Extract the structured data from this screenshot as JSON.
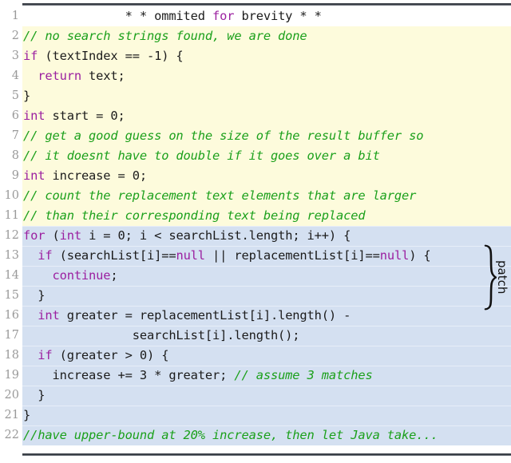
{
  "listing": {
    "language": "java",
    "first_line_number": 1,
    "colors": {
      "background": "#ffffff",
      "context_highlight": "#fdfbdc",
      "patch_highlight": "#d4e0f1",
      "keyword": "#9b1fa0",
      "comment": "#1ba01b",
      "plain_text": "#1b1b1b",
      "line_number": "#9a9a9a",
      "rule": "#3a3f47"
    },
    "lines": [
      {
        "number": "1",
        "background": "none",
        "tokens": [
          {
            "t": "              * * ommited ",
            "k": "txt"
          },
          {
            "t": "for",
            "k": "kw"
          },
          {
            "t": " brevity * *",
            "k": "txt"
          }
        ]
      },
      {
        "number": "2",
        "background": "yellow",
        "tokens": [
          {
            "t": "// no search strings found, we are done",
            "k": "cmt"
          }
        ]
      },
      {
        "number": "3",
        "background": "yellow",
        "tokens": [
          {
            "t": "if",
            "k": "kw"
          },
          {
            "t": " (textIndex == -1) {",
            "k": "txt"
          }
        ]
      },
      {
        "number": "4",
        "background": "yellow",
        "tokens": [
          {
            "t": "  ",
            "k": "txt"
          },
          {
            "t": "return",
            "k": "kw"
          },
          {
            "t": " text;",
            "k": "txt"
          }
        ]
      },
      {
        "number": "5",
        "background": "yellow",
        "tokens": [
          {
            "t": "}",
            "k": "txt"
          }
        ]
      },
      {
        "number": "6",
        "background": "yellow",
        "tokens": [
          {
            "t": "int",
            "k": "kw"
          },
          {
            "t": " start = 0;",
            "k": "txt"
          }
        ]
      },
      {
        "number": "7",
        "background": "yellow",
        "tokens": [
          {
            "t": "// get a good guess on the size of the result buffer so",
            "k": "cmt"
          }
        ]
      },
      {
        "number": "8",
        "background": "yellow",
        "tokens": [
          {
            "t": "// it doesnt have to double if it goes over a bit",
            "k": "cmt"
          }
        ]
      },
      {
        "number": "9",
        "background": "yellow",
        "tokens": [
          {
            "t": "int",
            "k": "kw"
          },
          {
            "t": " increase = 0;",
            "k": "txt"
          }
        ]
      },
      {
        "number": "10",
        "background": "yellow",
        "tokens": [
          {
            "t": "// count the replacement text elements that are larger",
            "k": "cmt"
          }
        ]
      },
      {
        "number": "11",
        "background": "yellow",
        "tokens": [
          {
            "t": "// than their corresponding text being replaced",
            "k": "cmt"
          }
        ]
      },
      {
        "number": "12",
        "background": "blue",
        "tokens": [
          {
            "t": "for",
            "k": "kw"
          },
          {
            "t": " (",
            "k": "txt"
          },
          {
            "t": "int",
            "k": "kw"
          },
          {
            "t": " i = 0; i < searchList.length; i++) {",
            "k": "txt"
          }
        ]
      },
      {
        "number": "13",
        "background": "blue",
        "tokens": [
          {
            "t": "  ",
            "k": "txt"
          },
          {
            "t": "if",
            "k": "kw"
          },
          {
            "t": " (searchList[i]==",
            "k": "txt"
          },
          {
            "t": "null",
            "k": "kw"
          },
          {
            "t": " || replacementList[i]==",
            "k": "txt"
          },
          {
            "t": "null",
            "k": "kw"
          },
          {
            "t": ") {",
            "k": "txt"
          }
        ]
      },
      {
        "number": "14",
        "background": "blue",
        "tokens": [
          {
            "t": "    ",
            "k": "txt"
          },
          {
            "t": "continue",
            "k": "kw"
          },
          {
            "t": ";",
            "k": "txt"
          }
        ]
      },
      {
        "number": "15",
        "background": "blue",
        "tokens": [
          {
            "t": "  }",
            "k": "txt"
          }
        ]
      },
      {
        "number": "16",
        "background": "blue",
        "tokens": [
          {
            "t": "  ",
            "k": "txt"
          },
          {
            "t": "int",
            "k": "kw"
          },
          {
            "t": " greater = replacementList[i].length() -",
            "k": "txt"
          }
        ]
      },
      {
        "number": "17",
        "background": "blue",
        "tokens": [
          {
            "t": "               searchList[i].length();",
            "k": "txt"
          }
        ]
      },
      {
        "number": "18",
        "background": "blue",
        "tokens": [
          {
            "t": "  ",
            "k": "txt"
          },
          {
            "t": "if",
            "k": "kw"
          },
          {
            "t": " (greater > 0) {",
            "k": "txt"
          }
        ]
      },
      {
        "number": "19",
        "background": "blue",
        "tokens": [
          {
            "t": "    increase += 3 * greater; ",
            "k": "txt"
          },
          {
            "t": "// assume 3 matches",
            "k": "cmt"
          }
        ]
      },
      {
        "number": "20",
        "background": "blue",
        "tokens": [
          {
            "t": "  }",
            "k": "txt"
          }
        ]
      },
      {
        "number": "21",
        "background": "blue",
        "tokens": [
          {
            "t": "}",
            "k": "txt"
          }
        ]
      },
      {
        "number": "22",
        "background": "blue",
        "tokens": [
          {
            "t": "//have upper-bound at 20% increase, then let Java take...",
            "k": "cmt"
          }
        ]
      }
    ]
  },
  "annotation": {
    "label": "patch",
    "spans_lines": [
      13,
      15
    ],
    "glyph": "curly-brace-right"
  }
}
